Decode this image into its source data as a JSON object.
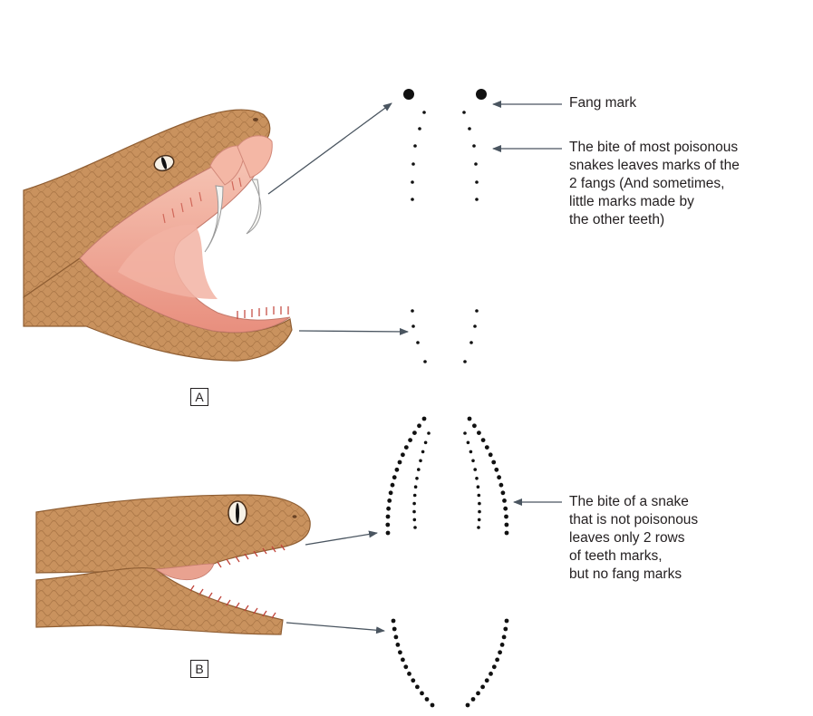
{
  "labels": {
    "fang_mark": "Fang mark",
    "poisonous_bite": "The bite of most poisonous\nsnakes leaves marks of the\n2 fangs (And sometimes,\nlittle marks made by\nthe other teeth)",
    "nonpoisonous_bite": "The bite of a snake\nthat is not poisonous\nleaves only 2 rows\nof teeth marks,\nbut no fang marks"
  },
  "panels": {
    "a": "A",
    "b": "B"
  },
  "icons": {
    "snake_a": "viper-head-open-mouth-icon",
    "snake_b": "nonvenomous-snake-head-icon"
  },
  "colors": {
    "skin": "#c9925e",
    "skin_dark": "#8f5e33",
    "mouth": "#eea090",
    "tongue": "#f2b3a3",
    "teeth_red": "#c0443a",
    "arrow": "#4a5560",
    "dot": "#111111"
  }
}
